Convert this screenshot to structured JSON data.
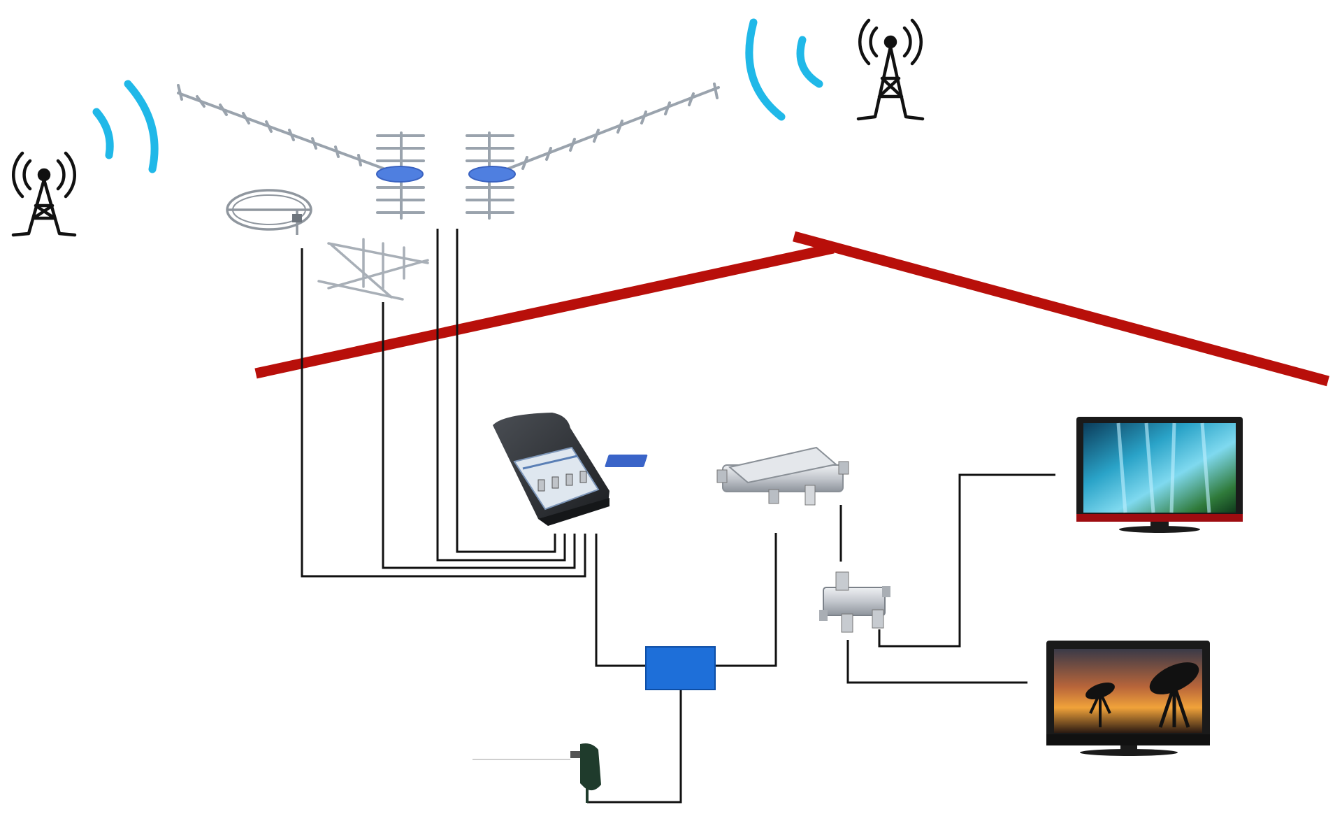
{
  "diagram": {
    "colors": {
      "roof": "#b80f0a",
      "cable": "#111111",
      "signal": "#20b8e8",
      "tower": "#111111",
      "antenna_metal": "#9aa3ad",
      "antenna_hub": "#4f7fe0",
      "amplifier_body": "#2a2d31",
      "amplifier_panel": "#dfe7ef",
      "power_box": "#1e6fd9",
      "splitter_metal": "#c9ccd1",
      "tv_frame": "#1a1a1a",
      "tv_accent": "#9e0c10"
    },
    "nodes": [
      {
        "id": "tower-left",
        "icon": "broadcast-tower-icon"
      },
      {
        "id": "tower-right",
        "icon": "broadcast-tower-icon"
      },
      {
        "id": "signal-waves-left",
        "icon": "signal-waves-icon"
      },
      {
        "id": "signal-waves-right",
        "icon": "signal-waves-icon"
      },
      {
        "id": "fm-loop-antenna",
        "icon": "fm-loop-antenna-icon"
      },
      {
        "id": "vhf-antenna",
        "icon": "vhf-yagi-antenna-icon"
      },
      {
        "id": "uhf-antenna-left",
        "icon": "uhf-yagi-antenna-icon"
      },
      {
        "id": "uhf-antenna-right",
        "icon": "uhf-yagi-antenna-icon"
      },
      {
        "id": "roof",
        "icon": "roof-line"
      },
      {
        "id": "mast-amplifier",
        "icon": "mast-amplifier-icon"
      },
      {
        "id": "power-inserter",
        "icon": "power-inserter-box"
      },
      {
        "id": "power-adapter",
        "icon": "power-adapter-icon"
      },
      {
        "id": "inline-amplifier",
        "icon": "inline-amplifier-icon"
      },
      {
        "id": "splitter",
        "icon": "two-way-splitter-icon"
      },
      {
        "id": "tv-top",
        "icon": "tv-waterfall-icon"
      },
      {
        "id": "tv-bottom",
        "icon": "tv-satellite-dish-icon"
      }
    ],
    "connections": [
      {
        "from": "fm-loop-antenna",
        "to": "mast-amplifier"
      },
      {
        "from": "vhf-antenna",
        "to": "mast-amplifier"
      },
      {
        "from": "uhf-antenna-left",
        "to": "mast-amplifier"
      },
      {
        "from": "uhf-antenna-right",
        "to": "mast-amplifier"
      },
      {
        "from": "mast-amplifier",
        "to": "power-inserter"
      },
      {
        "from": "power-inserter",
        "to": "inline-amplifier"
      },
      {
        "from": "power-inserter",
        "to": "power-adapter"
      },
      {
        "from": "inline-amplifier",
        "to": "splitter"
      },
      {
        "from": "splitter",
        "to": "tv-top"
      },
      {
        "from": "splitter",
        "to": "tv-bottom"
      }
    ]
  }
}
